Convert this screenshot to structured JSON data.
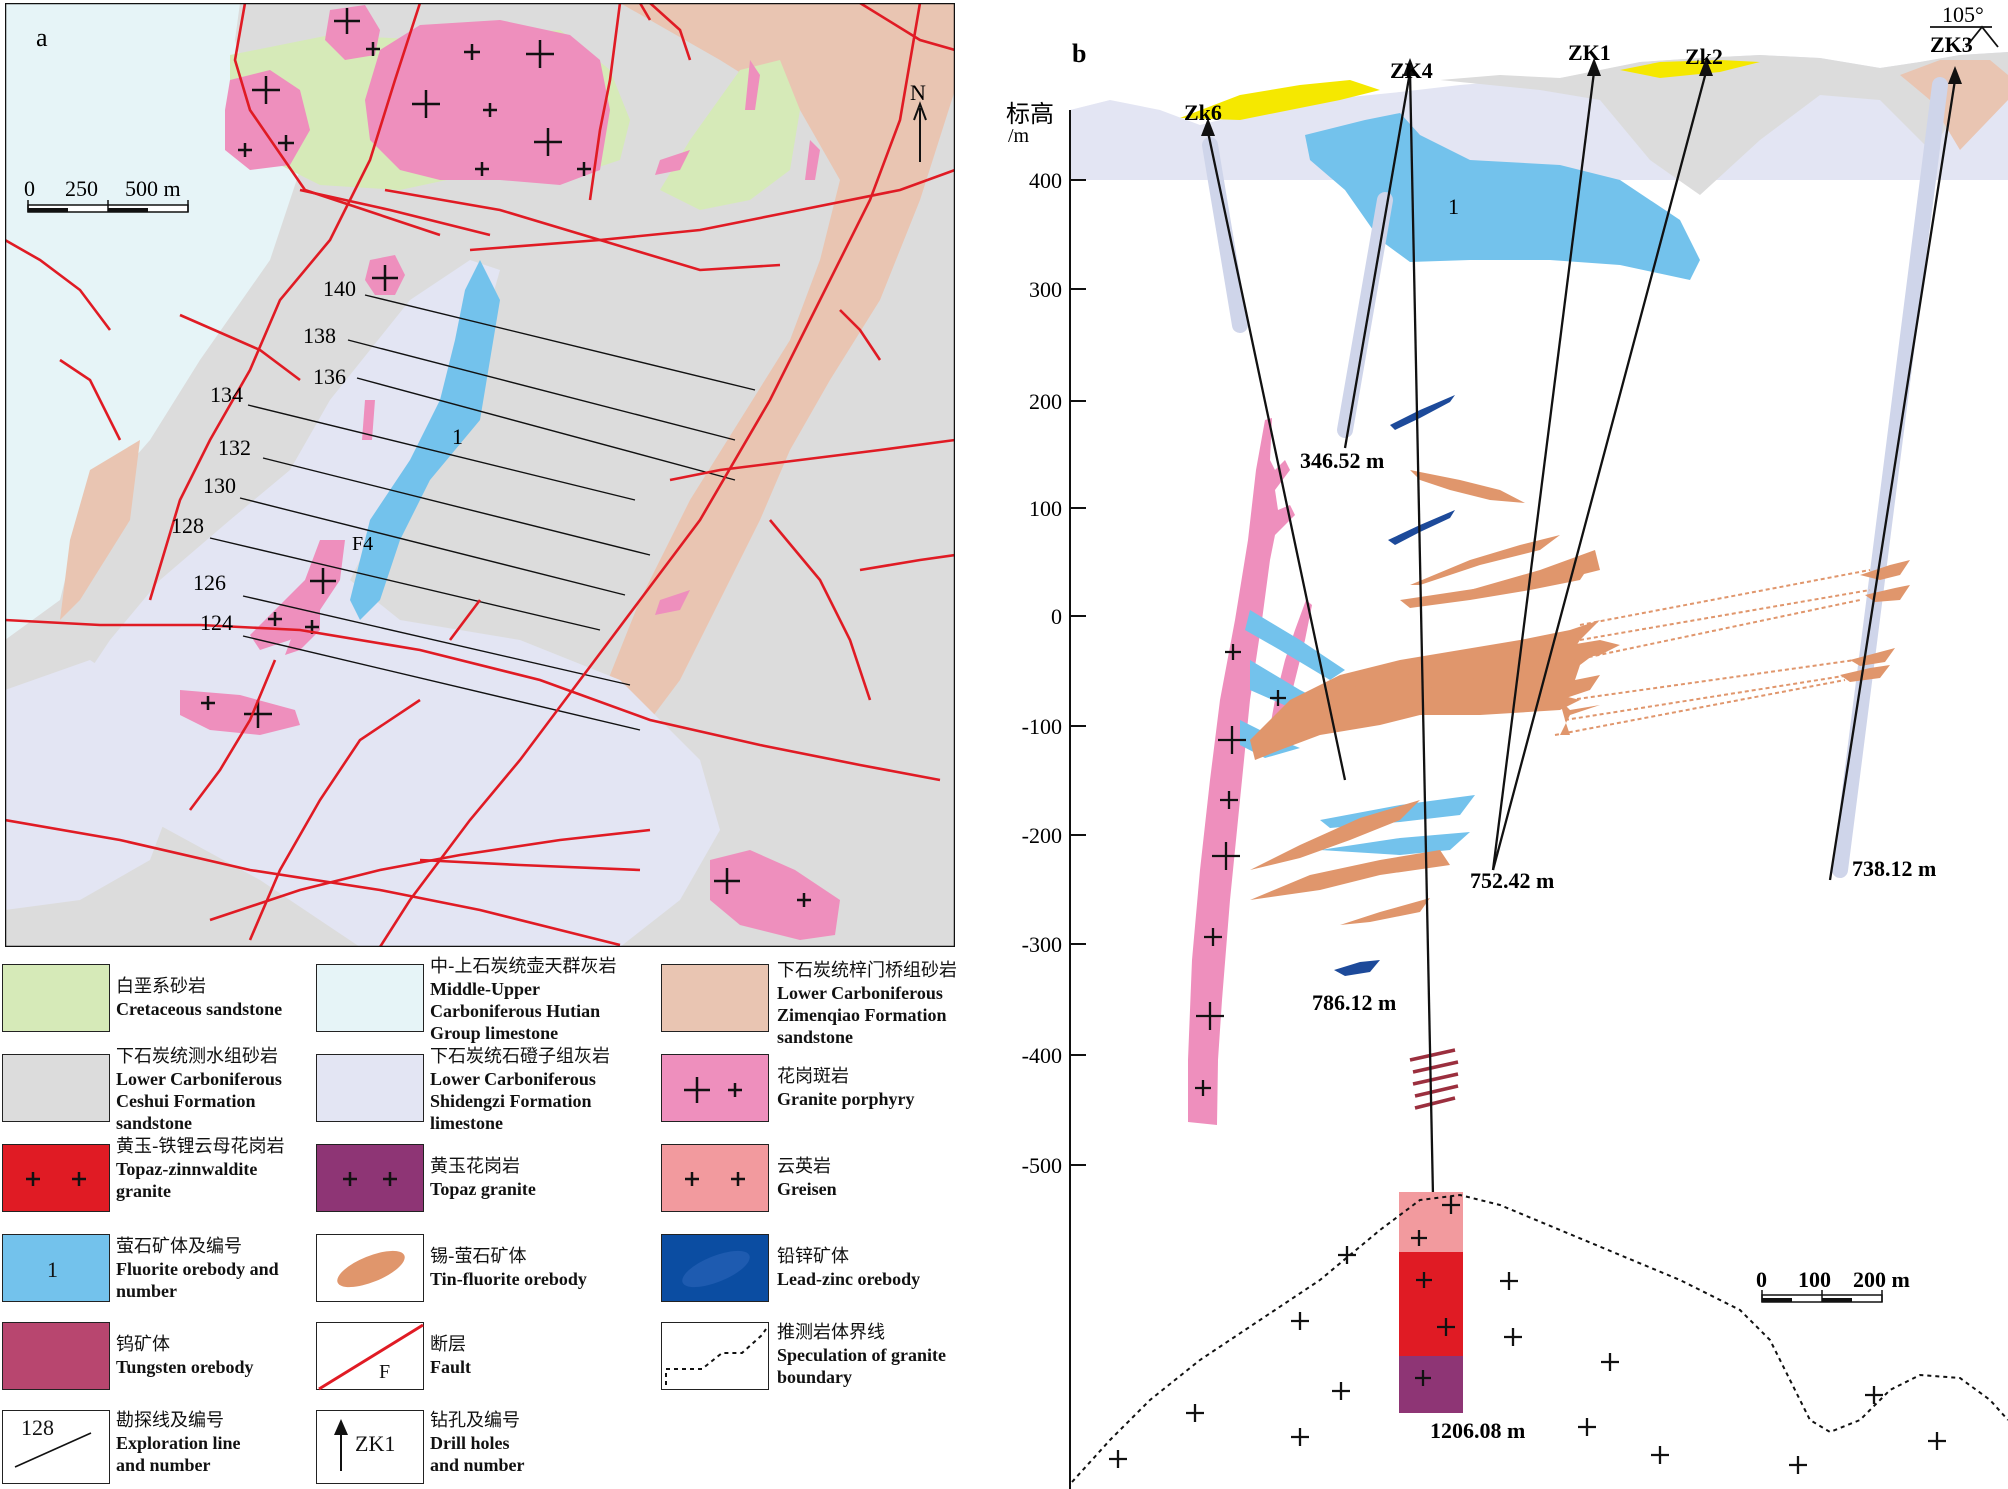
{
  "panels": {
    "a": {
      "label": "a",
      "scale_labels": [
        "0",
        "250",
        "500 m"
      ],
      "north_label": "N",
      "exploration_lines": [
        "140",
        "138",
        "136",
        "134",
        "132",
        "130",
        "128",
        "126",
        "124"
      ],
      "fault_label": "F4",
      "orebody_label": "1"
    },
    "b": {
      "label": "b",
      "elevation_label_zh": "标高",
      "elevation_unit": "/m",
      "elevation_ticks": [
        "400",
        "300",
        "200",
        "100",
        "0",
        "-100",
        "-200",
        "-300",
        "-400",
        "-500"
      ],
      "drill_holes": [
        "Zk6",
        "ZK4",
        "ZK1",
        "Zk2",
        "ZK3"
      ],
      "azimuth": "105°",
      "depth_labels": [
        "346.52 m",
        "752.42 m",
        "738.12 m",
        "786.12 m",
        "1206.08 m"
      ],
      "orebody_label": "1",
      "scale_labels": [
        "0",
        "100",
        "200 m"
      ]
    }
  },
  "legend": [
    {
      "id": "cretaceous",
      "zh": "白垩系砂岩",
      "en": [
        "Cretaceous sandstone"
      ],
      "color": "#d6eab8"
    },
    {
      "id": "hutian",
      "zh": "中-上石炭统壶天群灰岩",
      "en": [
        "Middle-Upper",
        "Carboniferous Hutian",
        "Group limestone"
      ],
      "color": "#e6f4f7"
    },
    {
      "id": "zimenqiao",
      "zh": "下石炭统梓门桥组砂岩",
      "en": [
        "Lower Carboniferous",
        "Zimenqiao Formation",
        "sandstone"
      ],
      "color": "#e9c5b2"
    },
    {
      "id": "ceshui",
      "zh": "下石炭统测水组砂岩",
      "en": [
        "Lower Carboniferous",
        "Ceshui Formation",
        "sandstone"
      ],
      "color": "#dcdcdc"
    },
    {
      "id": "shidengzi",
      "zh": "下石炭统石磴子组灰岩",
      "en": [
        "Lower Carboniferous",
        "Shidengzi Formation",
        "limestone"
      ],
      "color": "#e3e5f3"
    },
    {
      "id": "granite_porphyry",
      "zh": "花岗斑岩",
      "en": [
        "Granite porphyry"
      ],
      "color": "#ee8fbd"
    },
    {
      "id": "topaz_zinnwaldite",
      "zh": "黄玉-铁锂云母花岗岩",
      "en": [
        "Topaz-zinnwaldite",
        "granite"
      ],
      "color": "#e01b24"
    },
    {
      "id": "topaz_granite",
      "zh": "黄玉花岗岩",
      "en": [
        "Topaz granite"
      ],
      "color": "#8e3575"
    },
    {
      "id": "greisen",
      "zh": "云英岩",
      "en": [
        "Greisen"
      ],
      "color": "#f29a9e"
    },
    {
      "id": "fluorite",
      "zh": "萤石矿体及编号",
      "en": [
        "Fluorite orebody and",
        "number"
      ],
      "color": "#73c2ec",
      "symbol_text": "1"
    },
    {
      "id": "tin_fluorite",
      "zh": "锡-萤石矿体",
      "en": [
        "Tin-fluorite orebody"
      ],
      "color": "#e0966c"
    },
    {
      "id": "lead_zinc",
      "zh": "铅锌矿体",
      "en": [
        "Lead-zinc orebody"
      ],
      "color": "#0b4da2"
    },
    {
      "id": "tungsten",
      "zh": "钨矿体",
      "en": [
        "Tungsten orebody"
      ],
      "color": "#b8466f"
    },
    {
      "id": "fault",
      "zh": "断层",
      "en": [
        "Fault"
      ],
      "color": "#e01b24",
      "symbol_text": "F"
    },
    {
      "id": "speculation",
      "zh": "推测岩体界线",
      "en": [
        "Speculation of granite",
        "boundary"
      ],
      "color": "#111111"
    },
    {
      "id": "exploration",
      "zh": "勘探线及编号",
      "en": [
        "Exploration line",
        "and number"
      ],
      "color": "#111111",
      "symbol_text": "128"
    },
    {
      "id": "drill",
      "zh": "钻孔及编号",
      "en": [
        "Drill holes",
        "and number"
      ],
      "color": "#111111",
      "symbol_text": "ZK1"
    }
  ]
}
